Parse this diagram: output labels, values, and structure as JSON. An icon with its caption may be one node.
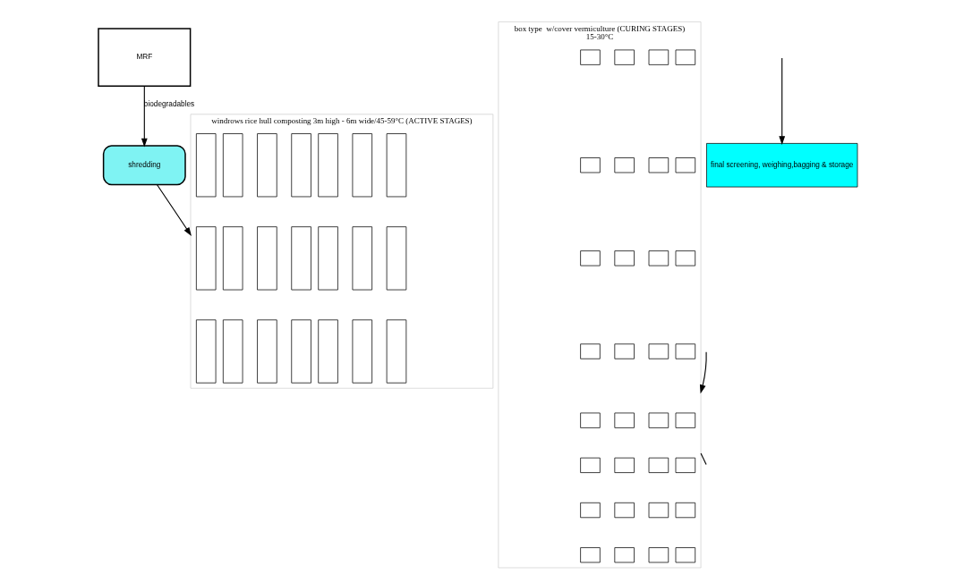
{
  "diagram": {
    "nodes": [
      {
        "text": [
          "MRF"
        ]
      },
      {
        "text": [
          "shredding"
        ]
      },
      {
        "text": [
          "windrows rice hull composting 3m high - 6m wide/45-59°C (ACTIVE STAGES)"
        ]
      },
      {
        "text": [],
        "shape": "box",
        "in": 2
      },
      {
        "text": [],
        "shape": "box",
        "in": 2
      },
      {
        "text": [],
        "shape": "box",
        "in": 2
      },
      {
        "text": [],
        "shape": "box",
        "in": 2
      },
      {
        "text": [],
        "shape": "box",
        "in": 2
      },
      {
        "text": [],
        "shape": "box",
        "in": 2
      },
      {
        "text": [],
        "shape": "box",
        "in": 2
      },
      {
        "text": [],
        "shape": "box",
        "in": 2
      },
      {
        "text": [],
        "shape": "box",
        "in": 2
      },
      {
        "text": [],
        "shape": "box",
        "in": 2
      },
      {
        "text": [],
        "shape": "box",
        "in": 2
      },
      {
        "text": [],
        "shape": "box",
        "in": 2
      },
      {
        "text": [],
        "shape": "box",
        "in": 2
      },
      {
        "text": [],
        "shape": "box",
        "in": 2
      },
      {
        "text": [],
        "shape": "box",
        "in": 2
      },
      {
        "text": [],
        "shape": "box",
        "in": 2
      },
      {
        "text": [],
        "shape": "box",
        "in": 2
      },
      {
        "text": [],
        "shape": "box",
        "in": 2
      },
      {
        "text": [],
        "shape": "box",
        "in": 2
      },
      {
        "text": [],
        "shape": "box",
        "in": 2
      },
      {
        "text": [],
        "shape": "box",
        "in": 2
      },
      {
        "text": [
          "box type  w/cover vermiculture (CURING STAGES)",
          "15-30°C"
        ]
      },
      {
        "text": [],
        "shape": "box",
        "in": 24
      },
      {
        "text": [],
        "shape": "box",
        "in": 24
      },
      {
        "text": [],
        "shape": "box",
        "in": 24
      },
      {
        "text": [],
        "shape": "box",
        "in": 24
      },
      {
        "text": [],
        "shape": "box",
        "in": 24
      },
      {
        "text": [],
        "shape": "box",
        "in": 24
      },
      {
        "text": [],
        "shape": "box",
        "in": 24
      },
      {
        "text": [],
        "shape": "box",
        "in": 24
      },
      {
        "text": [],
        "shape": "box",
        "in": 24
      },
      {
        "text": [],
        "shape": "box",
        "in": 24
      },
      {
        "text": [],
        "shape": "box",
        "in": 24
      },
      {
        "text": [],
        "shape": "box",
        "in": 24
      },
      {
        "text": [],
        "shape": "box",
        "in": 24
      },
      {
        "text": [],
        "shape": "box",
        "in": 24
      },
      {
        "text": [],
        "shape": "box",
        "in": 24
      },
      {
        "text": [],
        "shape": "box",
        "in": 24
      },
      {
        "text": [],
        "shape": "box",
        "in": 24
      },
      {
        "text": [],
        "shape": "box",
        "in": 24
      },
      {
        "text": [],
        "shape": "box",
        "in": 24
      },
      {
        "text": [],
        "shape": "box",
        "in": 24
      },
      {
        "text": [],
        "shape": "box",
        "in": 24
      },
      {
        "text": [],
        "shape": "box",
        "in": 24
      },
      {
        "text": [],
        "shape": "box",
        "in": 24
      },
      {
        "text": [],
        "shape": "box",
        "in": 24
      },
      {
        "text": [],
        "shape": "box",
        "in": 24
      },
      {
        "text": [],
        "shape": "box",
        "in": 24
      },
      {
        "text": [],
        "shape": "box",
        "in": 24
      },
      {
        "text": [],
        "shape": "box",
        "in": 24
      },
      {
        "text": [],
        "shape": "box",
        "in": 24
      },
      {
        "text": [],
        "shape": "box",
        "in": 24
      },
      {
        "text": [],
        "shape": "box",
        "in": 24
      },
      {
        "text": [],
        "shape": "box",
        "in": 24
      },
      {
        "text": [
          "final screening, weighing,bagging & storage"
        ]
      }
    ],
    "edges": [
      {
        "from": 0,
        "to": 1,
        "arrow": "to",
        "label": "biodegradables"
      },
      {
        "from": 1,
        "to": 2,
        "arrow": "to"
      },
      {
        "from": null,
        "to": 24,
        "arrow": "to"
      },
      {
        "from": 24,
        "to": null,
        "arrow": "none"
      },
      {
        "from": null,
        "to": 57,
        "arrow": "to"
      }
    ]
  }
}
